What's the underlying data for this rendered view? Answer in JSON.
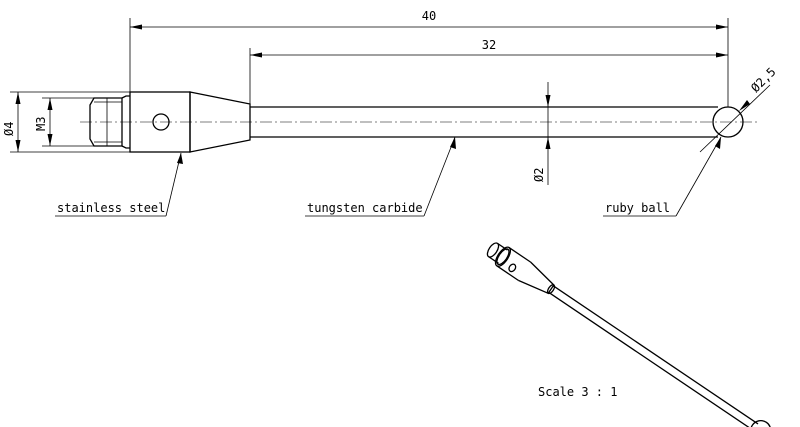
{
  "drawing": {
    "dimensions": {
      "overall_length": "40",
      "shank_length": "32",
      "ball_diameter": "Ø2,5",
      "shank_diameter": "Ø2",
      "body_diameter": "Ø4",
      "thread": "M3"
    },
    "labels": {
      "body_material": "stainless steel",
      "shank_material": "tungsten carbide",
      "tip_material": "ruby ball"
    },
    "scale": "Scale 3 : 1"
  }
}
